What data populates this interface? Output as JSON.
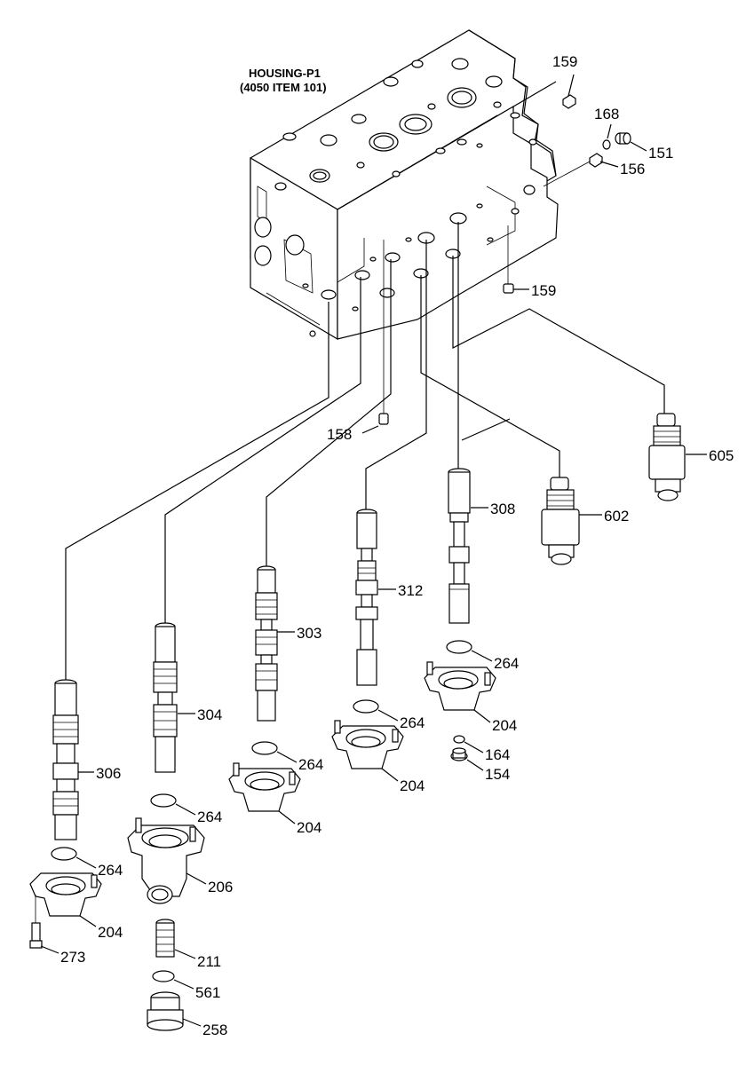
{
  "housing": {
    "title_line1": "HOUSING-P1",
    "title_line2": "(4050 ITEM 101)"
  },
  "callouts": [
    {
      "id": "159a",
      "text": "159"
    },
    {
      "id": "168",
      "text": "168"
    },
    {
      "id": "151",
      "text": "151"
    },
    {
      "id": "156",
      "text": "156"
    },
    {
      "id": "159b",
      "text": "159"
    },
    {
      "id": "158",
      "text": "158"
    },
    {
      "id": "605",
      "text": "605"
    },
    {
      "id": "602",
      "text": "602"
    },
    {
      "id": "308",
      "text": "308"
    },
    {
      "id": "312",
      "text": "312"
    },
    {
      "id": "303",
      "text": "303"
    },
    {
      "id": "304",
      "text": "304"
    },
    {
      "id": "306",
      "text": "306"
    },
    {
      "id": "264a",
      "text": "264"
    },
    {
      "id": "264b",
      "text": "264"
    },
    {
      "id": "264c",
      "text": "264"
    },
    {
      "id": "264d",
      "text": "264"
    },
    {
      "id": "264e",
      "text": "264"
    },
    {
      "id": "204a",
      "text": "204"
    },
    {
      "id": "204b",
      "text": "204"
    },
    {
      "id": "204c",
      "text": "204"
    },
    {
      "id": "204d",
      "text": "204"
    },
    {
      "id": "164",
      "text": "164"
    },
    {
      "id": "154",
      "text": "154"
    },
    {
      "id": "206",
      "text": "206"
    },
    {
      "id": "211",
      "text": "211"
    },
    {
      "id": "561",
      "text": "561"
    },
    {
      "id": "258",
      "text": "258"
    },
    {
      "id": "273",
      "text": "273"
    }
  ]
}
